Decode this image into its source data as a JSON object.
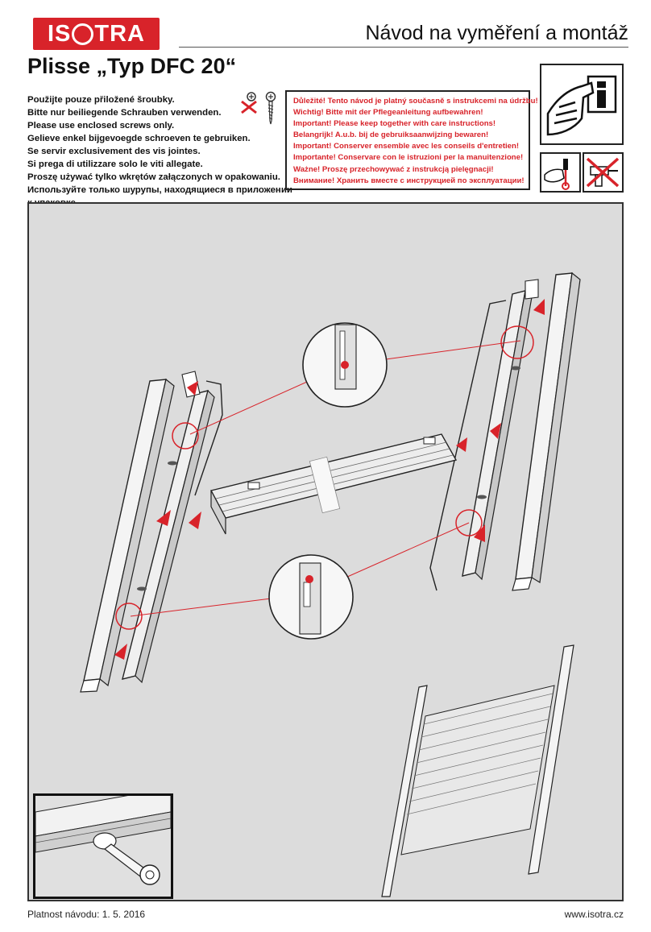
{
  "header": {
    "brand": "ISOTRA",
    "brand_pre": "IS",
    "brand_post": "TRA",
    "brand_color": "#d8232a",
    "doc_title": "Návod na vyměření a montáž",
    "product_title": "Plisse „Typ DFC 20“"
  },
  "screw_instructions": [
    "Použijte pouze přiložené šroubky.",
    "Bitte nur beiliegende Schrauben verwenden.",
    "Please use enclosed screws only.",
    "Gelieve enkel bijgevoegde schroeven te gebruiken.",
    "Se servir exclusivement des vis jointes.",
    "Si prega di utilizzare solo le viti allegate.",
    "Proszę używać tylko wkrętów załączonych w opakowaniu.",
    "Используйте только шурупы, находящиеся в приложении к упаковке."
  ],
  "notice": [
    "Důležité! Tento návod je platný současně s instrukcemi na údržbu!",
    "Wichtig! Bitte mit der Pflegeanleitung aufbewahren!",
    "Important! Please keep together with care instructions!",
    "Belangrijk! A.u.b. bij de gebruiksaanwijzing bewaren!",
    "Important! Conserver ensemble avec les conseils d'entretien!",
    "Importante! Conservare con le istruzioni per la manuitenzione!",
    "Ważne! Proszę przechowywać z instrukcją pielęgnacji!",
    "Внимание! Хранить вместе с инструкцией по эксплуатации!"
  ],
  "icons": {
    "screws": "screw-icons",
    "info": "manual-info-icon",
    "screwdriver": "screwdriver-icon",
    "no_power_tool": "no-power-drill-icon"
  },
  "colors": {
    "accent": "#d8232a",
    "panel_bg": "#dcdcdc",
    "line": "#222222"
  },
  "footer": {
    "validity": "Platnost návodu: 1. 5. 2016",
    "website": "www.isotra.cz"
  }
}
